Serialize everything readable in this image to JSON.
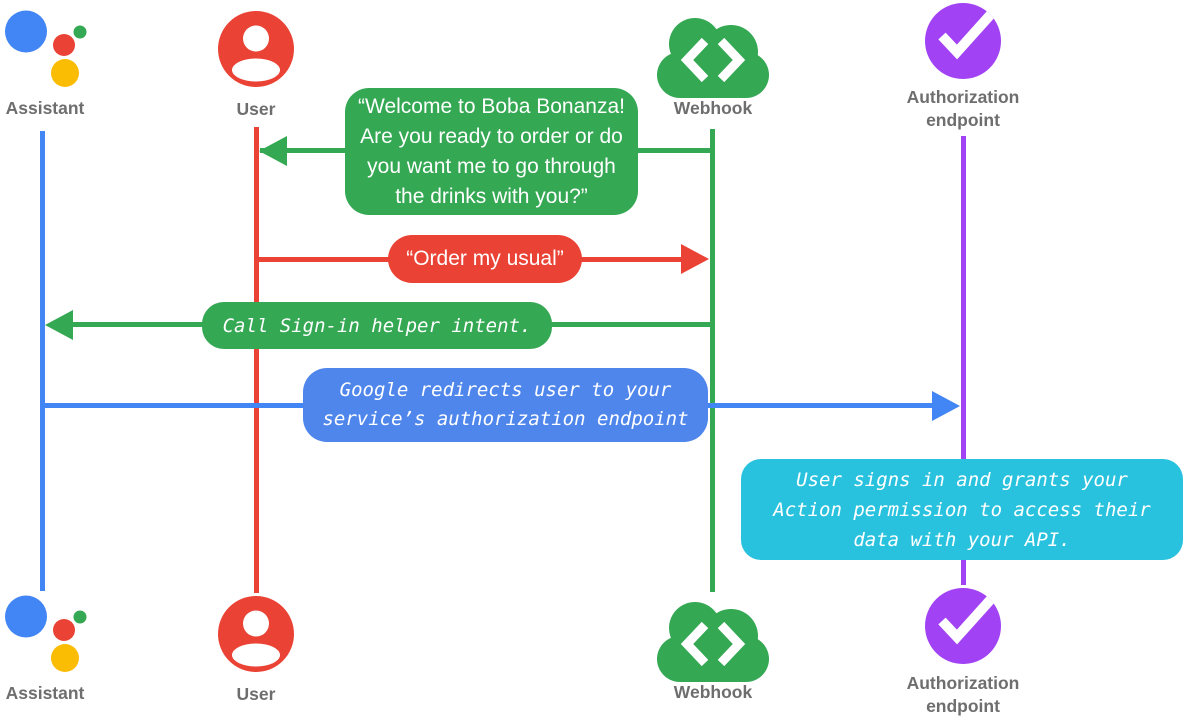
{
  "colors": {
    "assistant_blue": "#4285F4",
    "user_red": "#EA4335",
    "webhook_green": "#34A853",
    "auth_purple": "#A142F4",
    "note_cyan": "#29C2DE",
    "logo_yellow": "#FBBC04",
    "redirect_bubble_blue": "#4F86EC",
    "label_gray": "#6E6E6E",
    "bubble_text": "#FFFFFF"
  },
  "actors": [
    {
      "id": "assistant",
      "label": "Assistant",
      "icon": "google-assistant-icon",
      "color": "#4285F4"
    },
    {
      "id": "user",
      "label": "User",
      "icon": "user-avatar-icon",
      "color": "#EA4335"
    },
    {
      "id": "webhook",
      "label": "Webhook",
      "icon": "cloud-code-icon",
      "color": "#34A853"
    },
    {
      "id": "authorization_endpoint",
      "label": "Authorization\nendpoint",
      "icon": "check-circle-icon",
      "color": "#A142F4"
    }
  ],
  "messages": [
    {
      "from": "webhook",
      "to": "user",
      "style": "speech",
      "color": "#34A853",
      "text": "“Welcome to Boba Bonanza!\nAre you ready to order or do\nyou want me to go through\nthe drinks with you?”"
    },
    {
      "from": "user",
      "to": "webhook",
      "style": "speech",
      "color": "#EA4335",
      "text": "“Order my usual”"
    },
    {
      "from": "webhook",
      "to": "assistant",
      "style": "code",
      "color": "#34A853",
      "text": "Call Sign-in helper intent."
    },
    {
      "from": "assistant",
      "to": "authorization_endpoint",
      "style": "code",
      "color": "#4F86EC",
      "text": "Google redirects user to your\nservice’s authorization endpoint"
    },
    {
      "kind": "note",
      "at": "authorization_endpoint",
      "style": "code",
      "color": "#29C2DE",
      "text": "User signs in and grants your\nAction permission to access their\ndata with your API."
    }
  ]
}
